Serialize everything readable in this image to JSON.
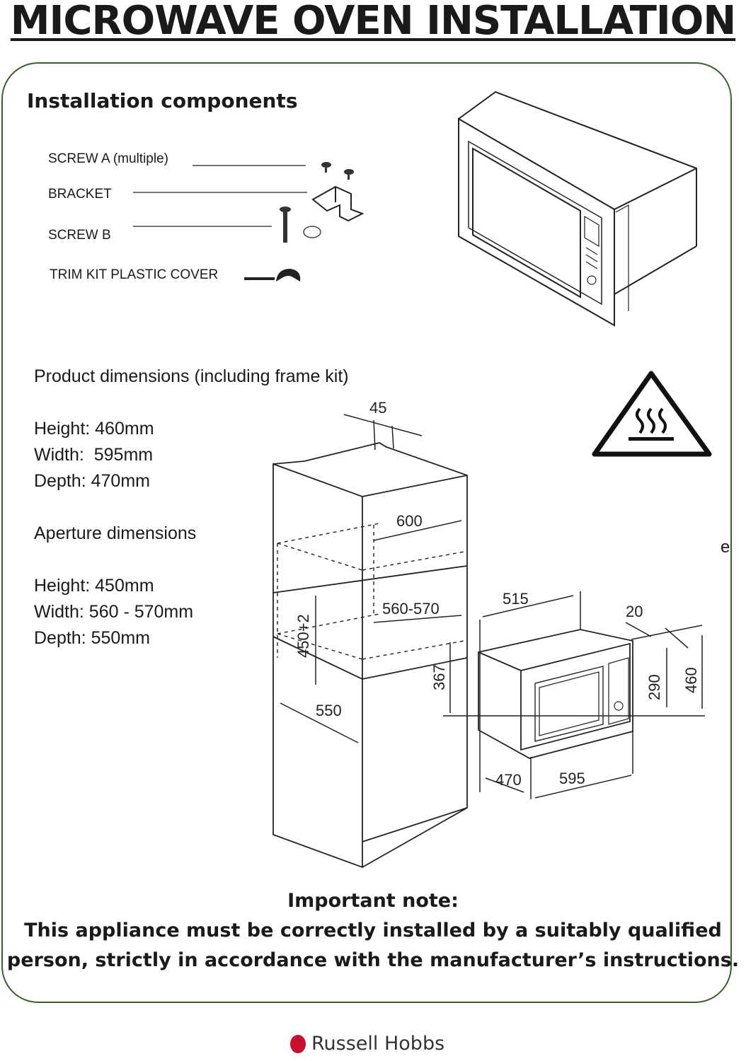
{
  "title": "MICROWAVE OVEN INSTALLATION",
  "components": {
    "heading": "Installation components",
    "items": [
      "SCREW A (multiple)",
      "BRACKET",
      "SCREW B",
      "TRIM KIT PLASTIC COVER"
    ]
  },
  "product": {
    "heading": "Product dimensions (including frame kit)",
    "height": "Height: 460mm",
    "width": "Width:  595mm",
    "depth": "Depth: 470mm"
  },
  "aperture": {
    "heading": "Aperture dimensions",
    "height": "Height: 450mm",
    "width": "Width: 560 - 570mm",
    "depth": "Depth: 550mm"
  },
  "stray_char": "e",
  "diagram": {
    "dims": {
      "d45": "45",
      "d600": "600",
      "d560": "560-570",
      "d450": "450+2",
      "d550": "550",
      "d515": "515",
      "d20": "20",
      "d367": "367",
      "d290": "290",
      "d460": "460",
      "d470": "470",
      "d595": "595"
    }
  },
  "note": {
    "heading": "Important note:",
    "line1": "This appliance must be correctly installed by a suitably qualified",
    "line2": "person, strictly in accordance with the manufacturer’s instructions."
  },
  "brand": "Russell Hobbs",
  "colors": {
    "panel_border": "#3b5e2b",
    "brand_red": "#c8102e"
  },
  "icons": [
    "hot-surface-warning-icon",
    "screw-icon",
    "bracket-icon",
    "washer-icon",
    "trim-cover-icon"
  ]
}
